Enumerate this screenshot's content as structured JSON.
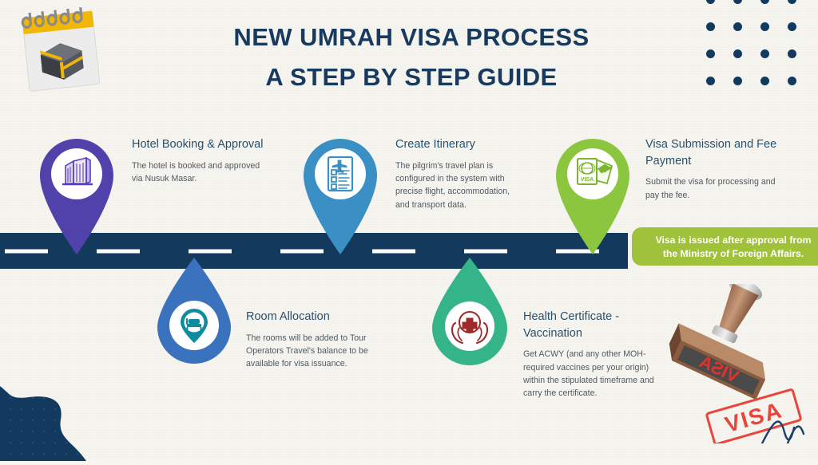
{
  "title": {
    "line1": "NEW UMRAH VISA PROCESS",
    "line2": "A STEP BY STEP GUIDE",
    "color": "#173a5e"
  },
  "decorations": {
    "kaaba_calendar_icon": "kaaba-calendar-icon",
    "dot_grid_icon": "dot-grid-icon",
    "road_icon": "road-icon",
    "blob_icon": "corner-blob-icon",
    "visa_stamp_icon": "visa-stamp-icon",
    "stamp_text": "VISA",
    "stamp_imprint_text": "VISA"
  },
  "colors": {
    "background": "#f7f5ef",
    "road": "#13395c",
    "navy": "#123a5e",
    "purple": "#5041ab",
    "blue": "#3a8fc4",
    "green": "#8cc63f",
    "steel_blue": "#3b72bd",
    "teal_green": "#35b48a",
    "badge_green": "#a0c23a",
    "heading": "#27506f",
    "body": "#4f5a63"
  },
  "steps": [
    {
      "id": "hotel-booking",
      "title": "Hotel Booking & Approval",
      "description": "The hotel is booked and approved via Nusuk Masar.",
      "icon": "hotel-building-icon",
      "pin_color": "#5041ab",
      "position": "top"
    },
    {
      "id": "room-allocation",
      "title": "Room Allocation",
      "description": "The rooms will be added to Tour Operators Travel's balance to be available for visa issuance.",
      "icon": "bed-location-icon",
      "pin_color": "#3b72bd",
      "position": "bottom"
    },
    {
      "id": "create-itinerary",
      "title": "Create Itinerary",
      "description": "The pilgrim's travel plan is configured in the system with precise flight, accommodation, and transport data.",
      "icon": "itinerary-checklist-icon",
      "pin_color": "#3a8fc4",
      "position": "top"
    },
    {
      "id": "health-certificate",
      "title": "Health Certificate - Vaccination",
      "description": "Get ACWY (and any other MOH-required vaccines per your origin) within the stipulated timeframe and carry the certificate.",
      "icon": "hands-medical-cross-icon",
      "pin_color": "#35b48a",
      "position": "bottom"
    },
    {
      "id": "visa-submission",
      "title": "Visa Submission and Fee Payment",
      "description": "Submit the visa for processing and pay the fee.",
      "icon": "visa-passport-ticket-icon",
      "pin_color": "#8cc63f",
      "position": "top"
    }
  ],
  "badge": {
    "line1": "Visa is issued after approval from",
    "line2": "the Ministry of Foreign Affairs."
  }
}
